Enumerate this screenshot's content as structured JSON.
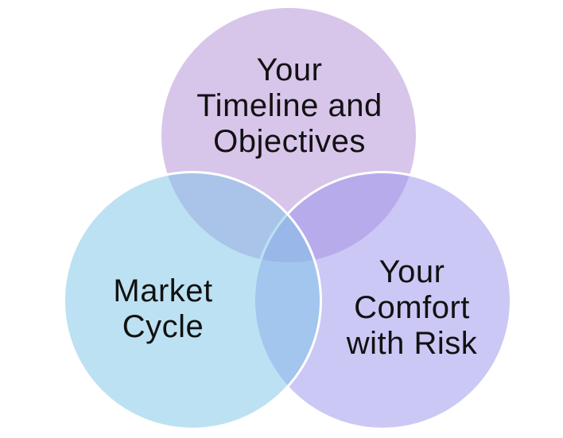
{
  "diagram": {
    "type": "venn-3-circle",
    "background": "#FFFFFF",
    "stroke_color": "#FFFFFF",
    "text_color": "#111111",
    "circles": [
      {
        "id": "timeline",
        "position": "top",
        "lines": [
          "Your",
          "Timeline and",
          "Objectives"
        ],
        "fill_rgba": "rgba(177,139,213,0.5)",
        "fill_over_white": "#D8C5EA"
      },
      {
        "id": "market",
        "position": "bottom-left",
        "lines": [
          "Market",
          "Cycle"
        ],
        "fill_rgba": "rgba(121,195,229,0.5)",
        "fill_over_white": "#BCE1F2"
      },
      {
        "id": "comfort",
        "position": "bottom-right",
        "lines": [
          "Your",
          "Comfort",
          "with Risk"
        ],
        "fill_rgba": "rgba(151,145,235,0.5)",
        "fill_over_white": "#CBC8F5"
      }
    ],
    "overlap_colors": {
      "top_with_left": "#A9C3E7",
      "top_with_right": "#B7ABEA",
      "left_with_right": "#A2C6EE",
      "center": "#98B7E8"
    }
  }
}
